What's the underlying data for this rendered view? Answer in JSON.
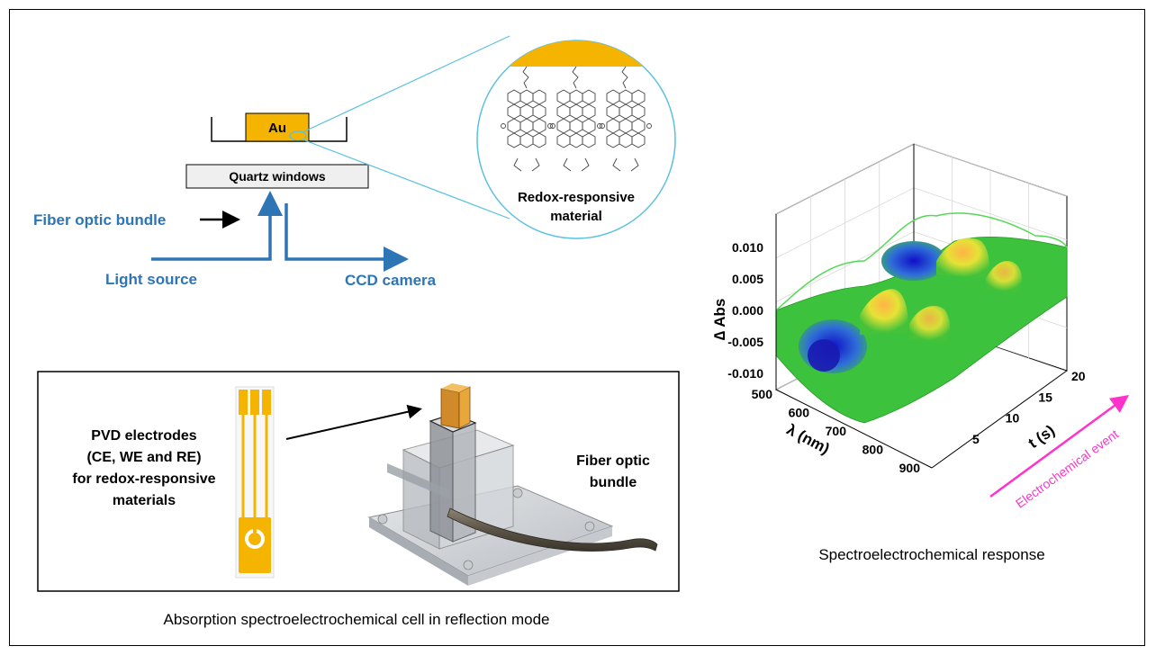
{
  "setup": {
    "electrode_label": "Au",
    "window_label": "Quartz windows",
    "fiber_label": "Fiber optic bundle",
    "light_label": "Light source",
    "camera_label": "CCD camera",
    "material_label_line1": "Redox-responsive",
    "material_label_line2": "material"
  },
  "cell": {
    "electrodes_line1": "PVD electrodes",
    "electrodes_line2": "(CE, WE and RE)",
    "electrodes_line3": "for redox-responsive",
    "electrodes_line4": "materials",
    "fiber_line1": "Fiber optic",
    "fiber_line2": "bundle",
    "caption": "Absorption spectroelectrochemical cell in reflection mode"
  },
  "plot": {
    "zlabel": "∆ Abs",
    "xlabel": "λ (nm)",
    "ylabel": "t (s)",
    "z_ticks": [
      "0.010",
      "0.005",
      "0.000",
      "-0.005",
      "-0.010"
    ],
    "x_ticks": [
      "500",
      "600",
      "700",
      "800",
      "900"
    ],
    "y_ticks": [
      "5",
      "10",
      "15",
      "20"
    ],
    "event_label": "Electrochemical event",
    "caption": "Spectroelectrochemical response"
  },
  "colors": {
    "accent_blue": "#2e75b6",
    "gold": "#f5b400",
    "magenta": "#ff33cc",
    "circle": "#5bc0de"
  },
  "chart_data": {
    "type": "surface",
    "zlabel": "∆ Abs",
    "xlabel": "λ (nm)",
    "ylabel": "t (s)",
    "xlim": [
      500,
      900
    ],
    "ylim": [
      0,
      22
    ],
    "zlim": [
      -0.01,
      0.01
    ],
    "x_ticks": [
      500,
      600,
      700,
      800,
      900
    ],
    "y_ticks": [
      5,
      10,
      15,
      20
    ],
    "z_ticks": [
      -0.01,
      -0.005,
      0.0,
      0.005,
      0.01
    ],
    "features": [
      {
        "lambda": 560,
        "t": 3,
        "dAbs": -0.009
      },
      {
        "lambda": 560,
        "t": 14,
        "dAbs": -0.006
      },
      {
        "lambda": 700,
        "t": 5,
        "dAbs": 0.006
      },
      {
        "lambda": 700,
        "t": 16,
        "dAbs": 0.008
      },
      {
        "lambda": 780,
        "t": 6,
        "dAbs": 0.004
      },
      {
        "lambda": 780,
        "t": 17,
        "dAbs": 0.005
      }
    ]
  }
}
